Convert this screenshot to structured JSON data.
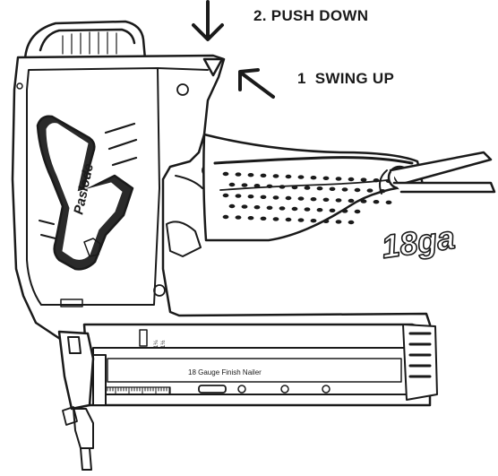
{
  "steps": [
    {
      "label": "2. PUSH DOWN"
    },
    {
      "number": "1",
      "label": "SWING UP"
    }
  ],
  "tool": {
    "brand": "Paslode",
    "gauge_badge": "18ga",
    "magazine_label": "18 Gauge Finish Nailer",
    "scale_marks": [
      "1",
      "1¼",
      "1½"
    ],
    "colors": {
      "line": "#1a1a1a",
      "fill": "#ffffff",
      "shade": "#2a2a2a"
    }
  }
}
